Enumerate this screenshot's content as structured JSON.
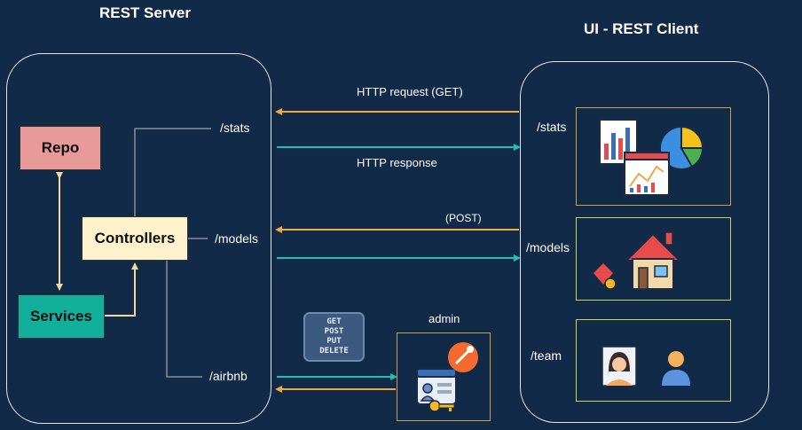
{
  "server": {
    "title": "REST Server",
    "repo_label": "Repo",
    "controllers_label": "Controllers",
    "services_label": "Services",
    "routes": {
      "stats": "/stats",
      "models": "/models",
      "airbnb": "/airbnb"
    }
  },
  "client": {
    "title": "UI - REST Client",
    "routes": {
      "stats": "/stats",
      "models": "/models",
      "team": "/team"
    }
  },
  "arrows": {
    "http_request": "HTTP request (GET)",
    "http_response": "HTTP response",
    "post": "(POST)"
  },
  "admin": {
    "label": "admin",
    "methods": [
      "GET",
      "POST",
      "PUT",
      "DELETE"
    ]
  },
  "colors": {
    "background": "#102a47",
    "request_arrow": "#f0a845",
    "response_arrow": "#1fc0b0",
    "repo": "#e89a9a",
    "controllers": "#fdf2cc",
    "services": "#12b09a",
    "card_border_gold": "#c9a14a",
    "card_border_green": "#bcd95a"
  },
  "icons": {
    "stats_card": [
      "bar-chart-icon",
      "pie-chart-icon",
      "line-chart-icon"
    ],
    "models_card": [
      "house-icon",
      "price-tag-icon"
    ],
    "team_card": [
      "woman-avatar-icon",
      "person-icon"
    ],
    "admin_card": [
      "login-window-icon",
      "key-icon",
      "postman-icon"
    ]
  }
}
